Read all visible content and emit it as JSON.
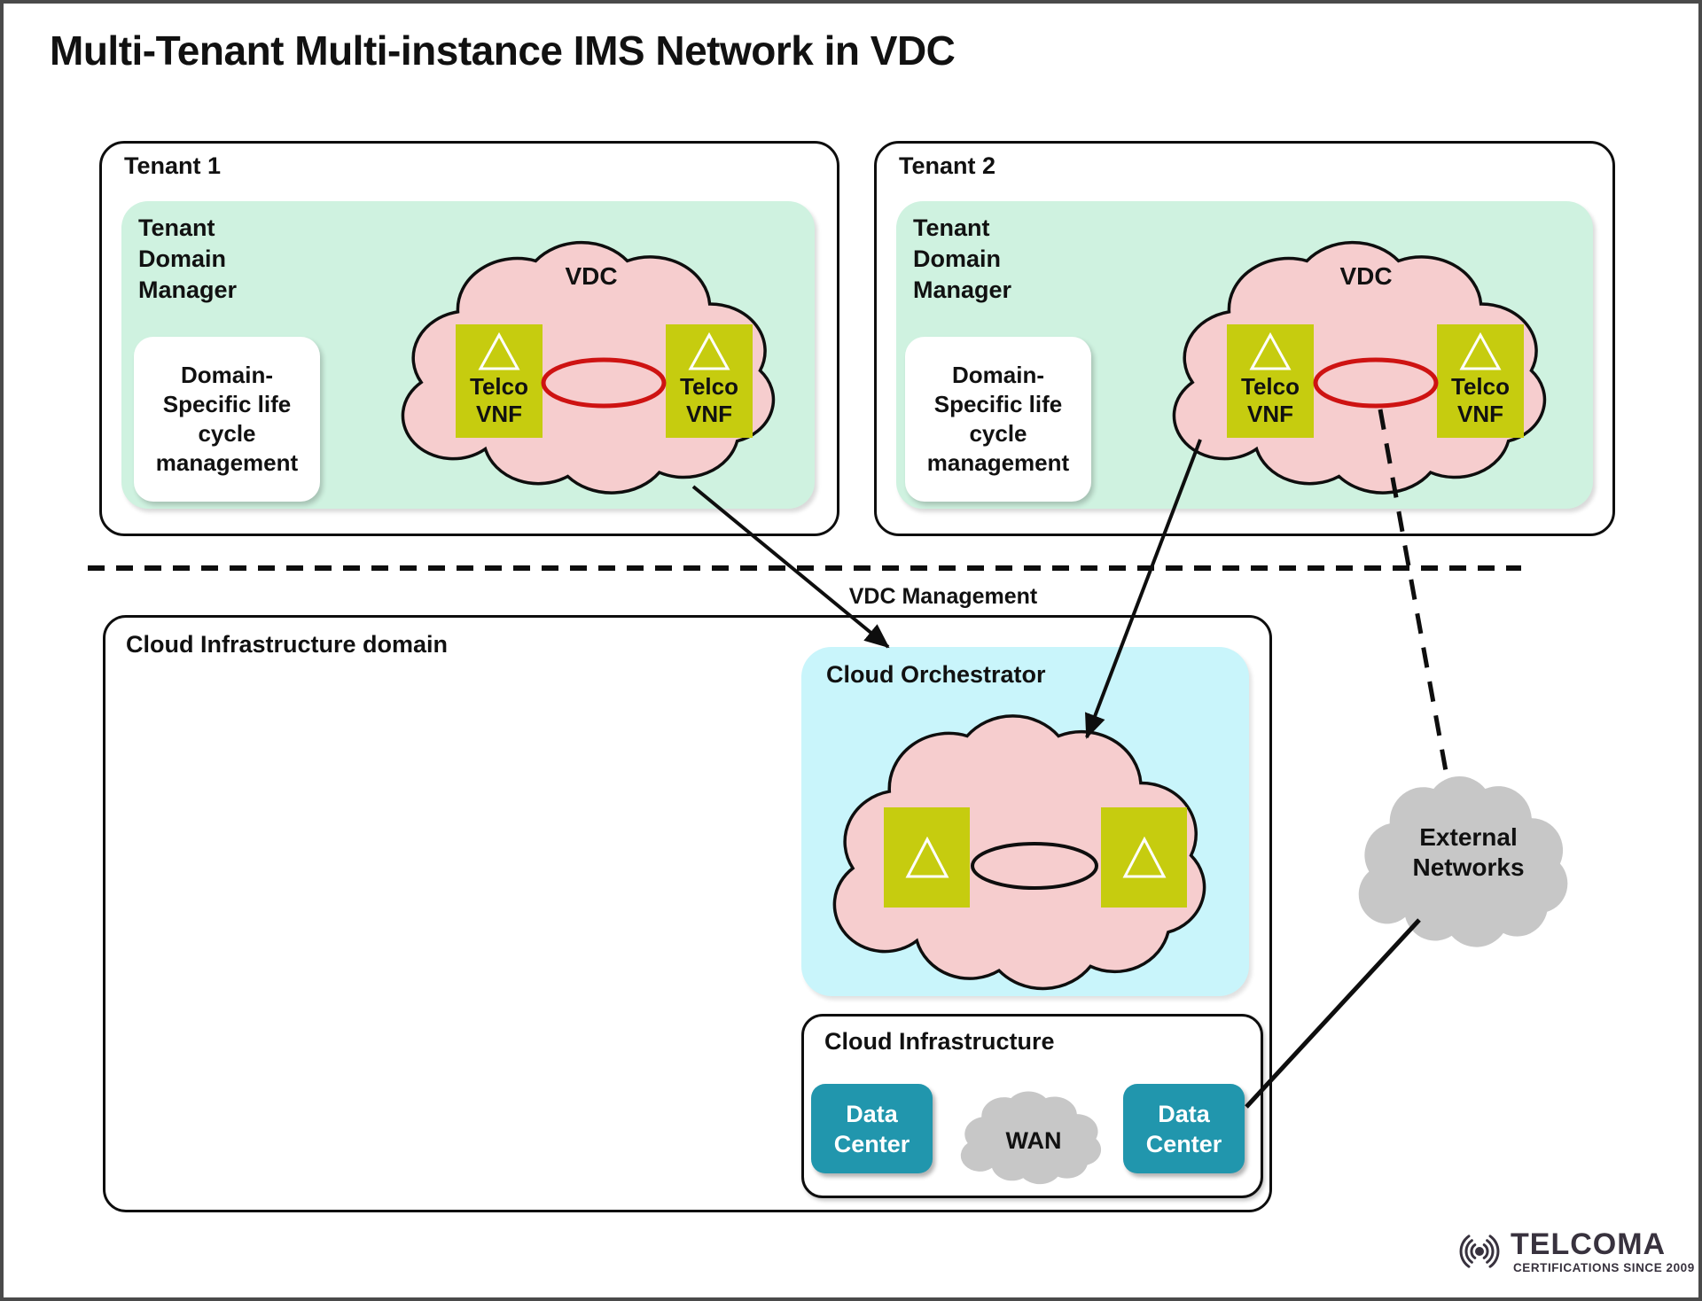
{
  "title": "Multi-Tenant Multi-instance IMS Network in VDC",
  "vdc_management_label": "VDC Management",
  "tenants": [
    {
      "name": "Tenant 1",
      "domain_manager": "Tenant\nDomain\nManager",
      "lifecycle": "Domain-\nSpecific life\ncycle\nmanagement",
      "vdc_label": "VDC",
      "vnf_label": "Telco\nVNF"
    },
    {
      "name": "Tenant 2",
      "domain_manager": "Tenant\nDomain\nManager",
      "lifecycle": "Domain-\nSpecific life\ncycle\nmanagement",
      "vdc_label": "VDC",
      "vnf_label": "Telco\nVNF"
    }
  ],
  "cloud_infrastructure_domain": {
    "label": "Cloud Infrastructure domain",
    "orchestrator_label": "Cloud Orchestrator",
    "cloud_infrastructure_label": "Cloud Infrastructure",
    "data_center_label": "Data\nCenter",
    "wan_label": "WAN"
  },
  "external_networks_label": "External\nNetworks",
  "logo": {
    "brand": "TELCOMA",
    "tagline": "CERTIFICATIONS SINCE 2009"
  },
  "icons": {
    "vnf_symbol": "triangle-outline-icon",
    "network_shape": "cloud-shape-icon",
    "link_ring": "ellipse-link-icon",
    "logo_mark": "radio-waves-icon"
  },
  "colors": {
    "tenant_manager_bg": "#cff2e0",
    "vdc_cloud_fill": "#f6cdce",
    "vnf_box": "#c6cc0f",
    "vnf_link_ring": "#ce1312",
    "orchestrator_bg": "#c9f5fb",
    "data_center_bg": "#2196ad",
    "external_cloud_fill": "#c7c7c7",
    "line_color": "#0e0e0e"
  }
}
